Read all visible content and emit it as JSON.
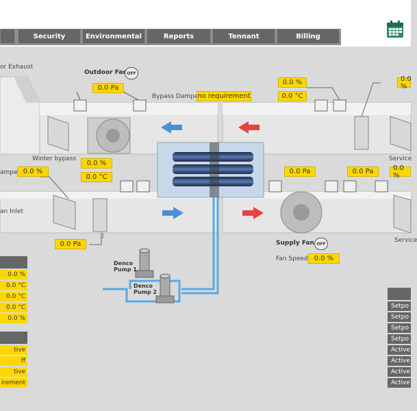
{
  "nav": {
    "tabs": [
      "Security",
      "Environmental",
      "Reports",
      "Tennant",
      "Billing"
    ]
  },
  "icons": {
    "calendar": "calendar-icon",
    "pressure": "pressure-sensor-icon",
    "temperature": "thermometer-icon",
    "humidity": "humidity-drop-icon"
  },
  "colors": {
    "value_bg": "#ffd700",
    "return_arrow": "#4a90d9",
    "supply_arrow": "#e94040",
    "pipe": "#5aa8e0",
    "calendar": "#2e8b6b"
  },
  "labels": {
    "outdoor_exhaust": "or Exhaust",
    "outdoor_fan": "Outdoor Fan",
    "off": "OFF",
    "bypass_damper": "Bypass Damper",
    "winter_bypass": "Winter bypass",
    "damper": "amper",
    "fan_inlet": "an Inlet",
    "supply_fan": "Supply Fan",
    "fan_speed": "Fan Speed",
    "service_top": "Service",
    "service_bottom": "Service",
    "denco_pump_1": "Denco\nPump 1",
    "denco_pump_2": "Denco\nPump 2"
  },
  "values": {
    "outdoor_fan_pa": "0.0 Pa",
    "bypass_damper_status": "no requirement",
    "top_right_pct": "0.0 %",
    "top_right_temp": "0.0 °C",
    "top_far_right": "0.0 %",
    "damper_pct": "0.0 %",
    "mid_pct": "0.0 %",
    "mid_temp": "0.0 °C",
    "mid_right_pa1": "0.0 Pa",
    "mid_right_pa2": "0.0 Pa",
    "mid_far_right": "0.0 %",
    "inlet_pa": "0.0 Pa",
    "fan_speed_pct": "0.0 %"
  },
  "left_panel_1": {
    "rows": [
      "0.0 %",
      "0.0 °C",
      "0.0 °C",
      "0.0 °C",
      "0.0 %"
    ]
  },
  "left_panel_2": {
    "rows": [
      "tive",
      "ff",
      "tive",
      "irement"
    ]
  },
  "right_panel": {
    "rows": [
      "Setpo",
      "Setpo",
      "Setpo",
      "Setpo",
      "Active",
      "Active",
      "Active",
      "Active"
    ]
  }
}
